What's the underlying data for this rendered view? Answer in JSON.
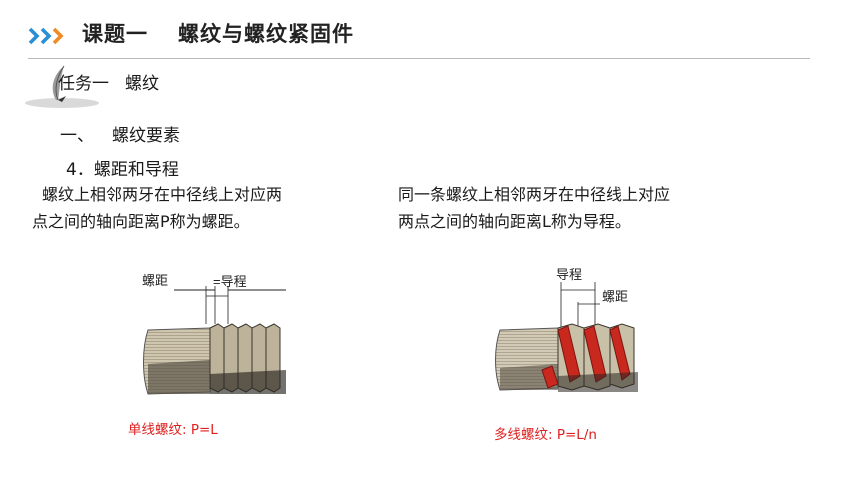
{
  "header": {
    "course": "课题一",
    "topic": "螺纹与螺纹紧固件",
    "arrow_color": "#2b8fd6"
  },
  "task": {
    "label": "任务一",
    "topic": "螺纹"
  },
  "section": {
    "number": "一、",
    "title": "螺纹要素"
  },
  "subsection": {
    "title": "4．螺距和导程"
  },
  "left_text": {
    "line1": "螺纹上相邻两牙在中径线上对应两",
    "line2": "点之间的轴向距离P称为螺距。"
  },
  "right_text": {
    "line1": "同一条螺纹上相邻两牙在中径线上对应",
    "line2": "两点之间的轴向距离L称为导程。"
  },
  "figure_single": {
    "label_pitch": "螺距",
    "label_lead": "=导程",
    "caption": "单线螺纹:   P=L"
  },
  "figure_multi": {
    "label_lead": "导程",
    "label_pitch": "螺距",
    "caption": "多线螺纹:   P=L/n"
  },
  "colors": {
    "caption": "#e02020",
    "thread_highlight": "#c8281e"
  }
}
